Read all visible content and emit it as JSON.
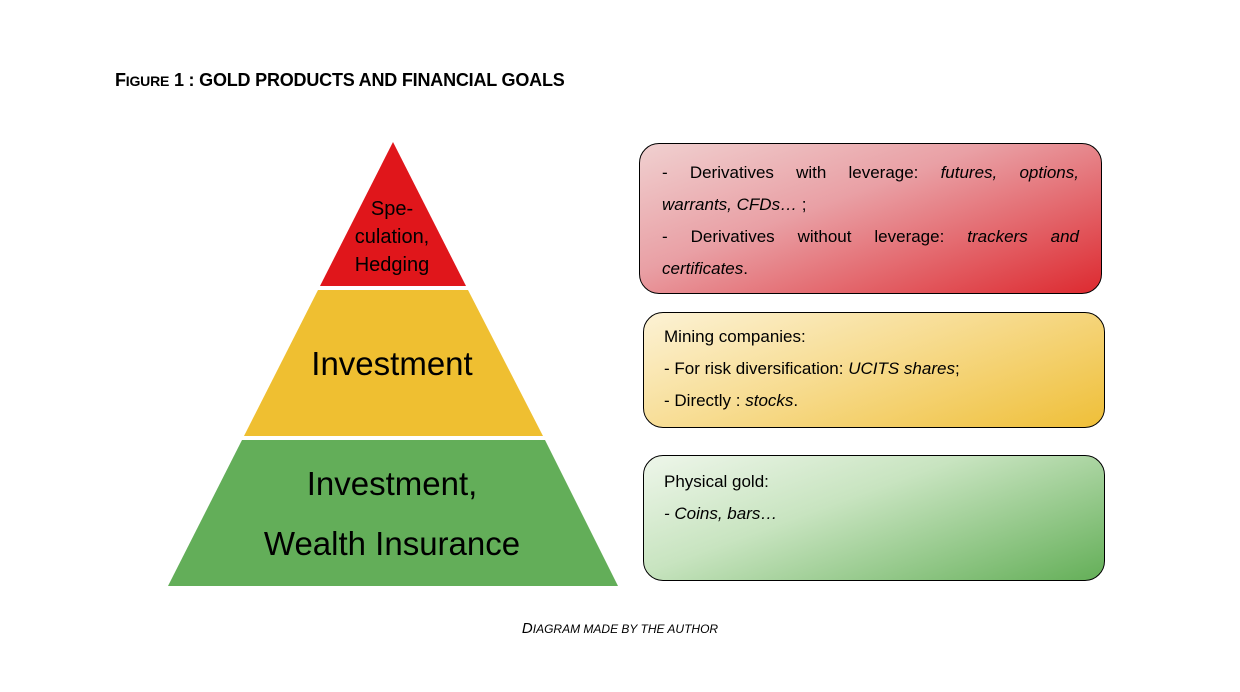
{
  "title": {
    "text": "Figure 1 : GOLD PRODUCTS AND FINANCIAL GOALS",
    "first_letter": "F",
    "small_caps": "IGURE",
    "rest": " 1 : GOLD PRODUCTS AND FINANCIAL GOALS"
  },
  "pyramid": {
    "top": {
      "lines": [
        "Spe-",
        "culation,",
        "Hedging"
      ],
      "color": "#e0161b"
    },
    "middle": {
      "label": "Investment",
      "color": "#efbf31"
    },
    "bottom": {
      "lines": [
        "Investment,",
        "Wealth Insurance"
      ],
      "color": "#63ae59"
    }
  },
  "boxes": {
    "speculation": {
      "l1_a": "- Derivatives with leverage: ",
      "l1_b": "futures, options,",
      "l2_a": "warrants, CFDs…",
      "l2_b": " ;",
      "l3_a": "- Derivatives without leverage: ",
      "l3_b": "trackers and",
      "l4_a": "certificates",
      "l4_b": "."
    },
    "investment": {
      "heading": "Mining companies:",
      "l2_a": "- For risk diversification: ",
      "l2_b": "UCITS shares",
      "l2_c": ";",
      "l3_a": "- Directly : ",
      "l3_b": "stocks",
      "l3_c": "."
    },
    "insurance": {
      "heading": "Physical gold:",
      "l2": "- Coins, bars…"
    }
  },
  "caption": {
    "text": "Diagram made by the author",
    "first_letter": "D",
    "small_caps": "IAGRAM MADE BY THE AUTHOR"
  }
}
